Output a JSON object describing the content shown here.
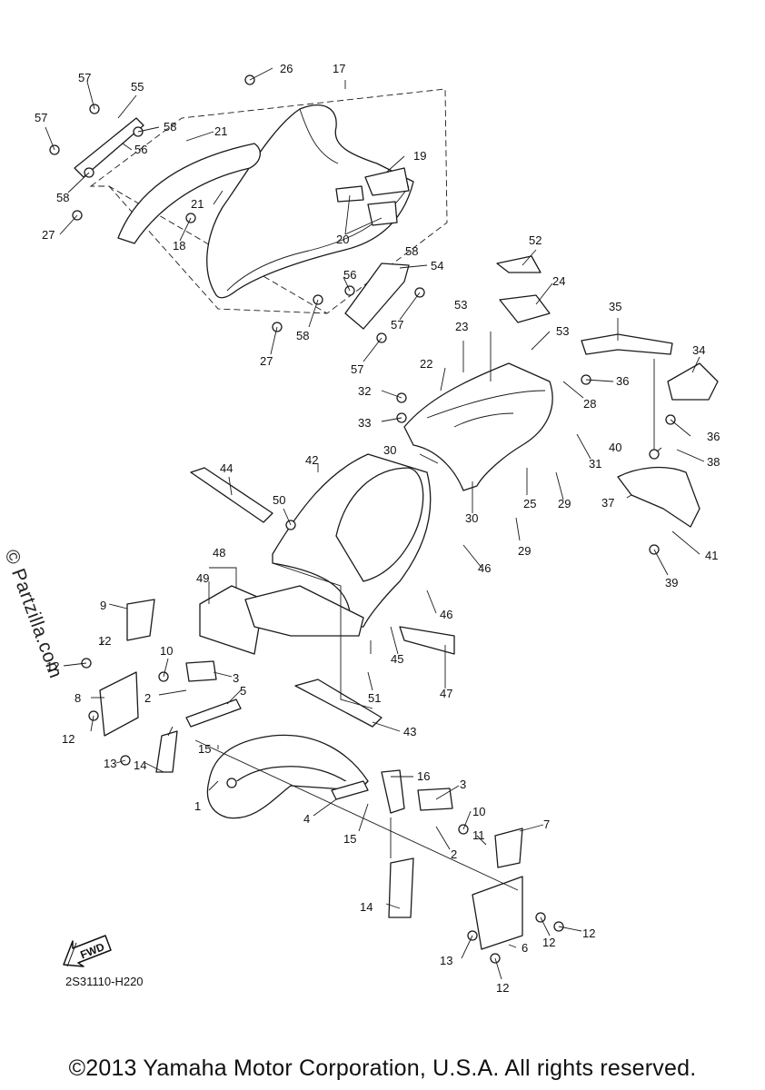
{
  "diagram": {
    "code": "2S31110-H220",
    "copyright": "©2013 Yamaha Motor Corporation, U.S.A. All rights reserved.",
    "watermark": "© Partzilla.com",
    "fwd_label": "FWD",
    "callouts": [
      "1",
      "2",
      "3",
      "4",
      "5",
      "6",
      "7",
      "8",
      "9",
      "10",
      "11",
      "12",
      "13",
      "14",
      "15",
      "16",
      "17",
      "18",
      "19",
      "20",
      "21",
      "22",
      "23",
      "24",
      "25",
      "26",
      "27",
      "28",
      "29",
      "30",
      "31",
      "32",
      "33",
      "34",
      "35",
      "36",
      "37",
      "38",
      "39",
      "40",
      "41",
      "42",
      "43",
      "44",
      "45",
      "46",
      "47",
      "48",
      "49",
      "50",
      "51",
      "52",
      "53",
      "54",
      "55",
      "56",
      "57",
      "58"
    ]
  }
}
